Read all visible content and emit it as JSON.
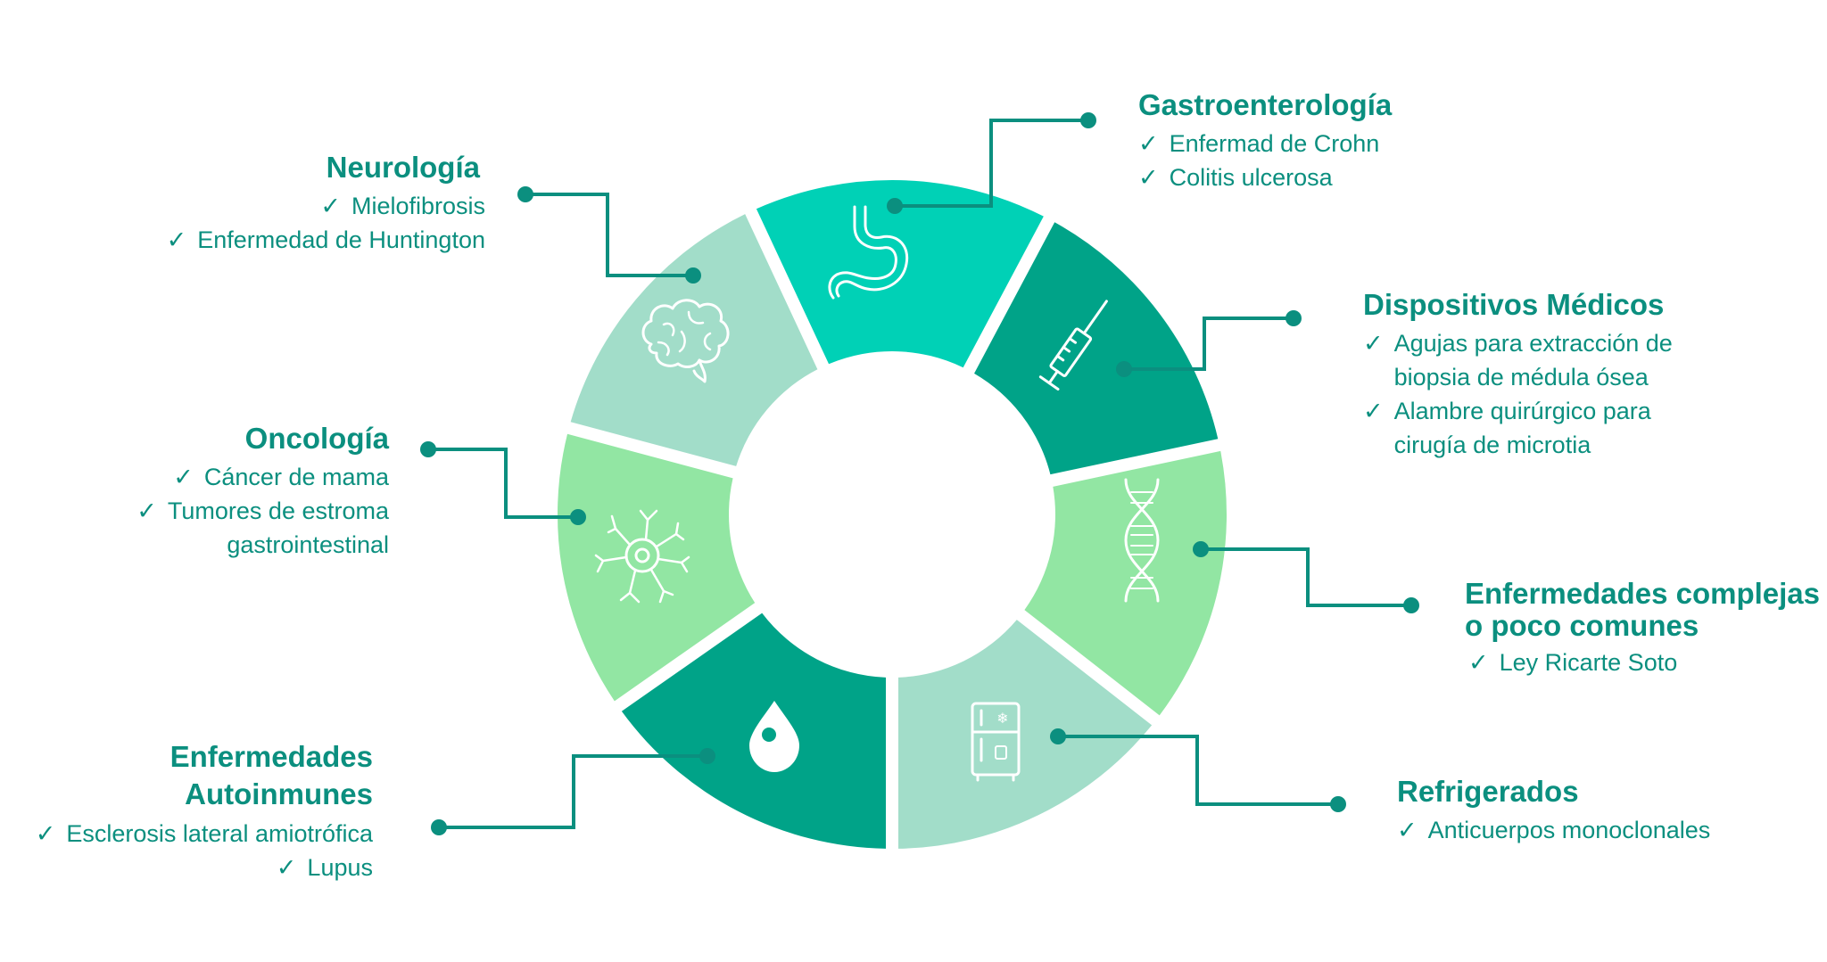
{
  "colors": {
    "accent": "#0b8f7f",
    "connector": "#0b8f7f",
    "segment_teal_bright": "#00d1b6",
    "segment_teal_dark": "#00a388",
    "segment_mint_light": "#a2ddc9",
    "segment_green_light": "#92e6a3"
  },
  "check_mark": "✓",
  "categories": [
    {
      "key": "gastro",
      "title": "Gastroenterología",
      "icon": "stomach-icon",
      "items": [
        "Enfermad de Crohn",
        "Colitis ulcerosa"
      ]
    },
    {
      "key": "devices",
      "title": "Dispositivos Médicos",
      "icon": "syringe-icon",
      "items": [
        "Agujas para extracción de\nbiopsia de médula ósea",
        "Alambre quirúrgico para\ncirugía de microtia"
      ]
    },
    {
      "key": "rare",
      "title": "Enfermedades complejas\no poco comunes",
      "icon": "dna-icon",
      "items": [
        "Ley Ricarte Soto"
      ]
    },
    {
      "key": "fridge",
      "title": "Refrigerados",
      "icon": "refrigerator-icon",
      "items": [
        "Anticuerpos monoclonales"
      ]
    },
    {
      "key": "auto",
      "title": "Enfermedades\nAutoinmunes",
      "icon": "drop-icon",
      "items": [
        "Esclerosis lateral amiotrófica",
        "Lupus"
      ]
    },
    {
      "key": "onco",
      "title": "Oncología",
      "icon": "cell-icon",
      "items": [
        "Cáncer de mama",
        "Tumores de estroma\ngastrointestinal"
      ]
    },
    {
      "key": "neuro",
      "title": "Neurología",
      "icon": "brain-icon",
      "items": [
        "Mielofibrosis",
        "Enfermedad de Huntington"
      ]
    }
  ]
}
